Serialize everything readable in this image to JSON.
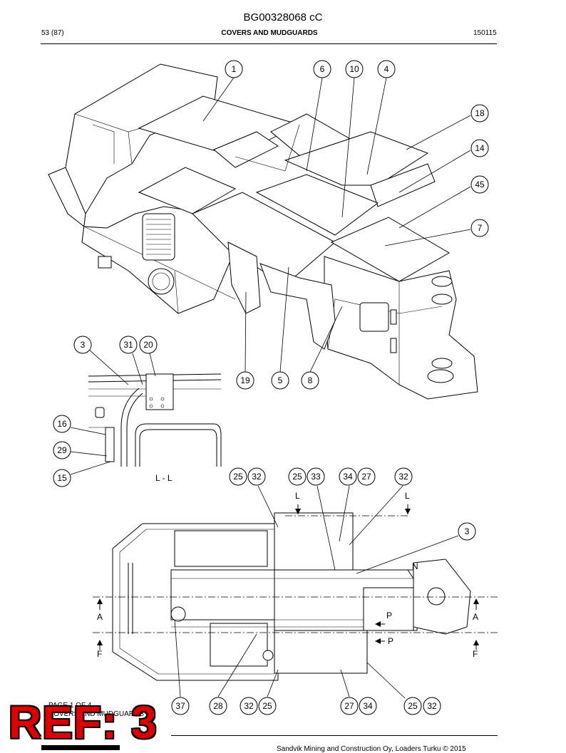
{
  "header": {
    "document_id": "BG00328068 cC",
    "page": "53 (87)",
    "title": "COVERS AND MUDGUARDS",
    "date": "150115"
  },
  "callouts_top": [
    "1",
    "6",
    "10",
    "4",
    "18",
    "14",
    "45",
    "7",
    "19",
    "5",
    "8"
  ],
  "callouts_detail": [
    "3",
    "31",
    "20",
    "16",
    "29",
    "15"
  ],
  "section_view_label": "L - L",
  "callouts_plan_top": [
    "25",
    "32",
    "25",
    "33",
    "34",
    "27",
    "32",
    "3"
  ],
  "callouts_plan_bottom": [
    "37",
    "28",
    "32",
    "25",
    "27",
    "34",
    "25",
    "32"
  ],
  "section_marks": {
    "L": "L",
    "A": "A",
    "F": "F",
    "N": "N",
    "P": "P"
  },
  "footer": {
    "page_of": "PAGE 1 OF 4",
    "section_title_partial": "COVERS AND MUDGUARDS",
    "copyright": "Sandvik Mining and Construction Oy, Loaders Turku © 2015"
  },
  "stamp": {
    "text": "REF: 3",
    "color": "#e00000"
  }
}
